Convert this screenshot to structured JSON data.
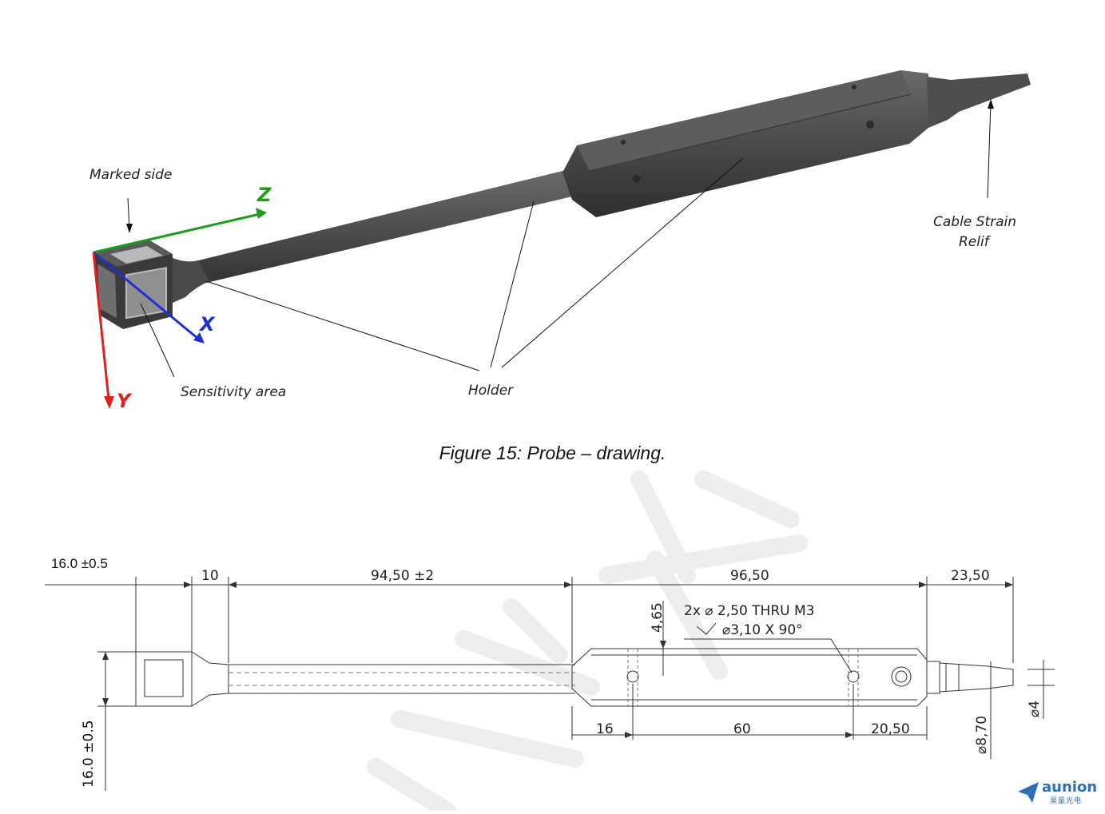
{
  "figure": {
    "caption": "Figure 15: Probe – drawing.",
    "callouts": {
      "marked_side": "Marked side",
      "sensitivity_area": "Sensitivity area",
      "holder": "Holder",
      "cable_line1": "Cable Strain",
      "cable_line2": "Relif"
    },
    "axes": {
      "x": "X",
      "y": "Y",
      "z": "Z"
    },
    "colors": {
      "x_axis": "#1f2fd1",
      "y_axis": "#e0201f",
      "z_axis": "#1e9a1e",
      "probe_body": "#4a4a4c"
    }
  },
  "drawing": {
    "labels": {
      "top_left": "16.0 ±0.5",
      "left_vertical": "16.0 ±0.5"
    },
    "dimensions": {
      "d10": "10",
      "d94": "94,50 ±2",
      "d96": "96,50",
      "d23": "23,50",
      "d465": "4,65",
      "d16": "16",
      "d60": "60",
      "d2050": "20,50",
      "d870": "⌀8,70",
      "d4": "⌀4"
    },
    "note": {
      "line1": "2x ⌀ 2,50 THRU M3",
      "line2": "⌀3,10 X 90°"
    }
  },
  "logo": {
    "name": "aunion",
    "sub": "昊量光电"
  }
}
